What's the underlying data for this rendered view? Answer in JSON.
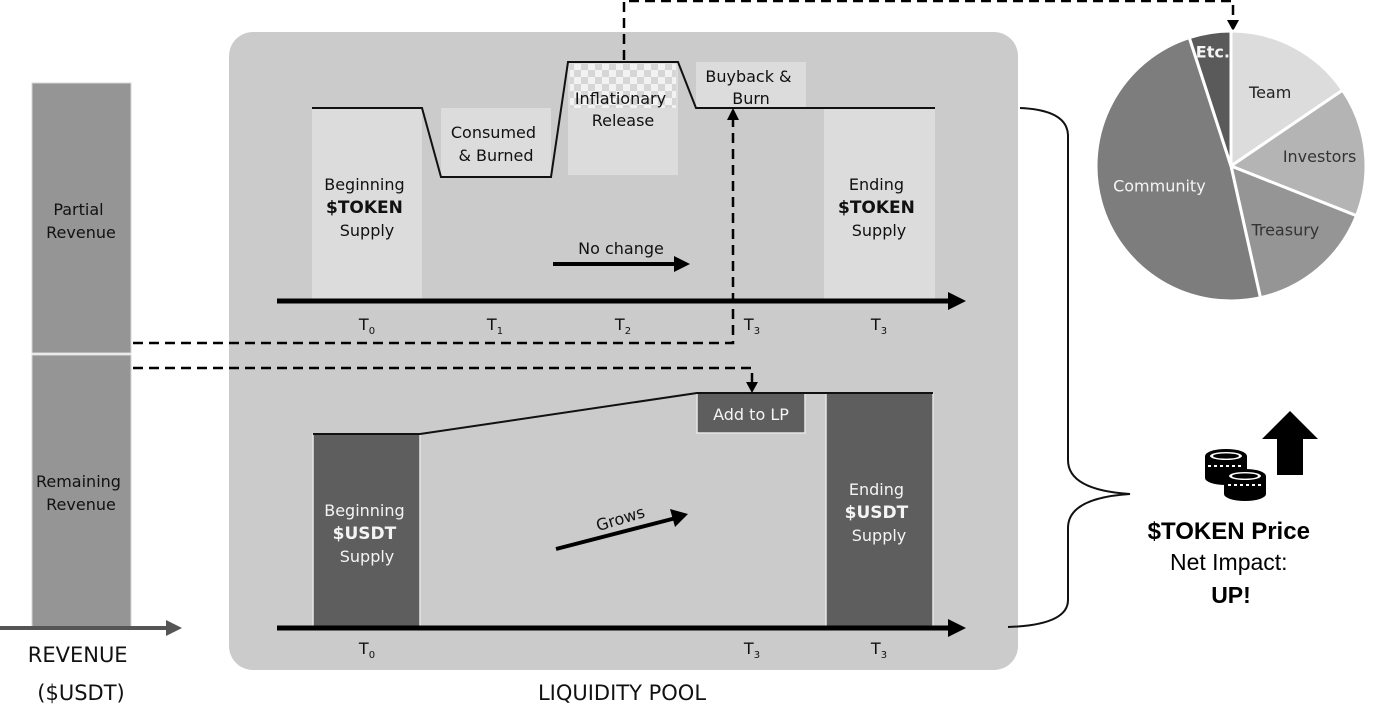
{
  "revenue": {
    "partial_label": [
      "Partial",
      "Revenue"
    ],
    "remaining_label": [
      "Remaining",
      "Revenue"
    ],
    "caption": [
      "REVENUE",
      "($USDT)"
    ]
  },
  "liquidity_pool": {
    "caption": "LIQUIDITY POOL",
    "token_panel": {
      "beginning_supply": [
        "Beginning",
        "$TOKEN",
        "Supply"
      ],
      "consumed_burned": [
        "Consumed",
        "& Burned"
      ],
      "inflationary_release": [
        "Inflationary",
        "Release"
      ],
      "buyback_burn": [
        "Buyback &",
        "Burn"
      ],
      "ending_supply": [
        "Ending",
        "$TOKEN",
        "Supply"
      ],
      "trend_label": "No change",
      "ticks": [
        {
          "base": "T",
          "sub": "0"
        },
        {
          "base": "T",
          "sub": "1"
        },
        {
          "base": "T",
          "sub": "2"
        },
        {
          "base": "T",
          "sub": "3"
        },
        {
          "base": "T",
          "sub": "3"
        }
      ]
    },
    "usdt_panel": {
      "beginning_supply": [
        "Beginning",
        "$USDT",
        "Supply"
      ],
      "add_to_lp": "Add to LP",
      "ending_supply": [
        "Ending",
        "$USDT",
        "Supply"
      ],
      "trend_label": "Grows",
      "ticks": [
        {
          "base": "T",
          "sub": "0"
        },
        {
          "base": "T",
          "sub": "3"
        },
        {
          "base": "T",
          "sub": "3"
        }
      ]
    }
  },
  "token_distribution": {
    "slices": [
      {
        "label": "Team",
        "share": 0.155,
        "color": "#dcdcdc",
        "text_color": "#222222"
      },
      {
        "label": "Investors",
        "share": 0.155,
        "color": "#b4b4b4",
        "text_color": "#333333"
      },
      {
        "label": "Treasury",
        "share": 0.155,
        "color": "#959595",
        "text_color": "#333333"
      },
      {
        "label": "Community",
        "share": 0.485,
        "color": "#7d7d7d",
        "text_color": "#f5f5f5"
      },
      {
        "label": "Etc.",
        "share": 0.05,
        "color": "#5a5a5a",
        "text_color": "#f5f5f5"
      }
    ]
  },
  "price_impact": {
    "line1": "$TOKEN Price",
    "line2": "Net Impact:",
    "line3": "UP!"
  },
  "colors": {
    "pool_bg": "#cbcbcb",
    "revenue_bar": "#959595",
    "token_bar": "#dcdcdc",
    "usdt_bar": "#5e5e5e"
  }
}
